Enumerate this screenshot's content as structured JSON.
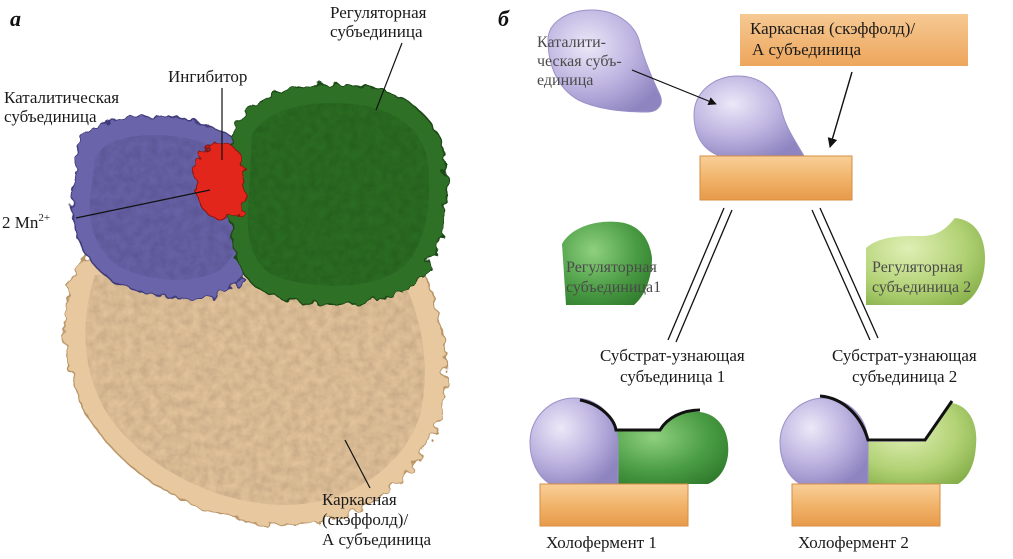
{
  "panel_a": {
    "letter": "а",
    "regulatory": [
      "Регуляторная",
      "субъединица"
    ],
    "inhibitor": "Ингибитор",
    "catalytic": [
      "Каталитическая",
      "субъединица"
    ],
    "mn_base": "2 Mn",
    "mn_sup": "2+",
    "scaffold": [
      "Каркасная",
      "(скэффолд)/",
      "А субъединица"
    ]
  },
  "panel_b": {
    "letter": "б",
    "catalytic": [
      "Каталити-",
      "ческая субъ-",
      "единица"
    ],
    "scaffold": [
      "Каркасная (скэффолд)/",
      "А субъединица"
    ],
    "regulatory1": [
      "Регуляторная",
      "субъединица1"
    ],
    "regulatory2": [
      "Регуляторная",
      "субъединица 2"
    ],
    "substrate1": [
      "Субстрат-узнающая",
      "субъединица 1"
    ],
    "substrate2": [
      "Субстрат-узнающая",
      "субъединица 2"
    ],
    "holo1": "Холофермент 1",
    "holo2": "Холофермент 2"
  },
  "colors": {
    "catalytic": "#6a64a8",
    "regulatory": "#2e6b25",
    "inhibitor": "#e0241b",
    "scaffold": "#e9c9a0",
    "bar_orange": "#f0b26a",
    "purple_light": "#c8c0e6",
    "green_mid": "#4fa04b",
    "green_light": "#a9c96a"
  }
}
